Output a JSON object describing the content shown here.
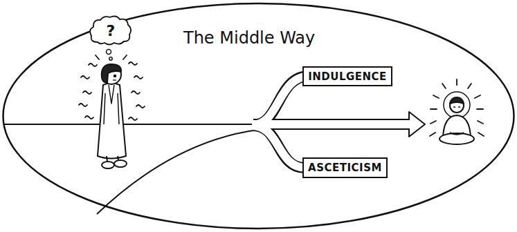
{
  "diagram": {
    "title": "The Middle Way",
    "nodes": [
      {
        "text": [
          "?"
        ]
      },
      {
        "text": [
          "INDULGENCE"
        ]
      },
      {
        "text": [
          "ASCETICISM"
        ]
      }
    ]
  }
}
